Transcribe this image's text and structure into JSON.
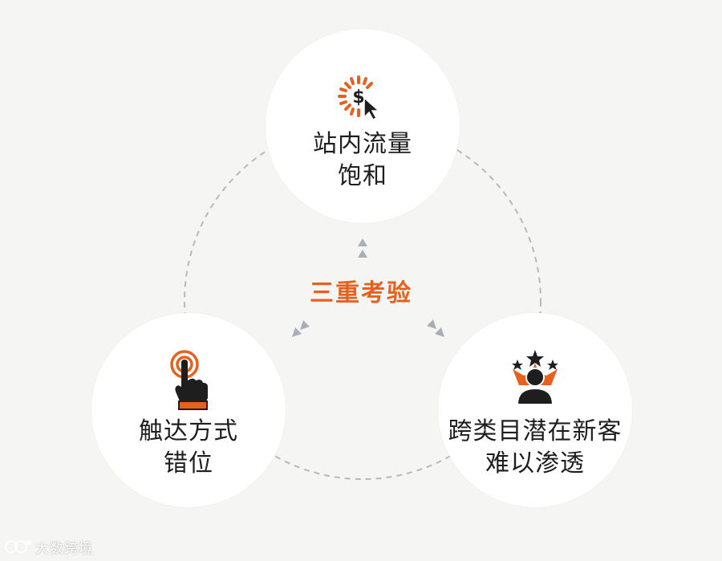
{
  "center_title": "三重考验",
  "nodes": [
    {
      "key": "top",
      "icon": "dollar-click-icon",
      "lines": [
        "站内流量",
        "饱和"
      ]
    },
    {
      "key": "left",
      "icon": "finger-tap-icon",
      "lines": [
        "触达方式",
        "错位"
      ]
    },
    {
      "key": "right",
      "icon": "person-stars-icon",
      "lines": [
        "跨类目潜在新客",
        "难以渗透"
      ]
    }
  ],
  "watermark": "大数跨境",
  "colors": {
    "accent": "#e8601e",
    "text": "#1e1e1e",
    "dashed": "#b9b9b9",
    "arrow": "#a9afb8",
    "background": "#f5f5f4"
  }
}
